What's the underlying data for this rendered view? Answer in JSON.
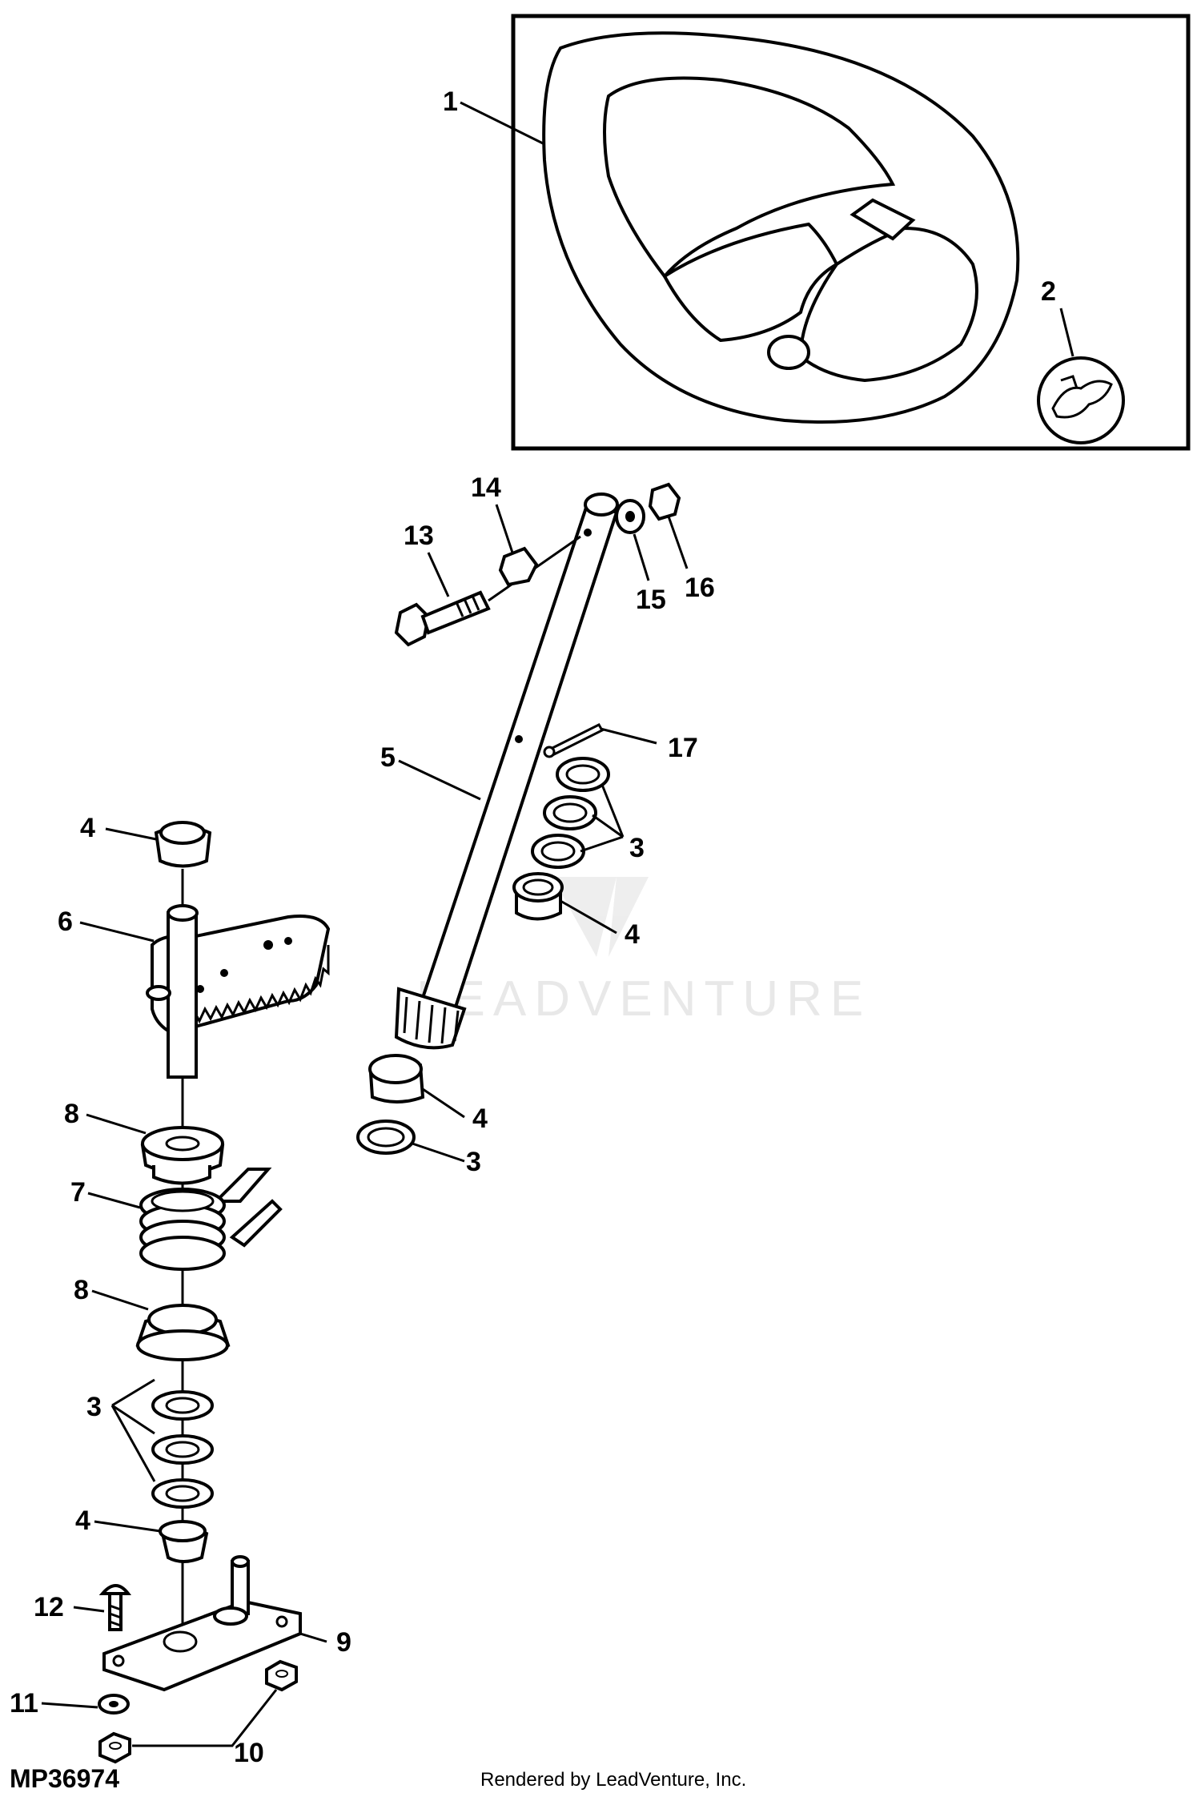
{
  "diagram": {
    "figure_code": "MP36974",
    "footer": "Rendered by LeadVenture, Inc.",
    "watermark": "LEADVENTURE",
    "callouts": [
      {
        "id": "c1",
        "text": "1"
      },
      {
        "id": "c2",
        "text": "2"
      },
      {
        "id": "c13",
        "text": "13"
      },
      {
        "id": "c14",
        "text": "14"
      },
      {
        "id": "c15",
        "text": "15"
      },
      {
        "id": "c16",
        "text": "16"
      },
      {
        "id": "c17",
        "text": "17"
      },
      {
        "id": "c5",
        "text": "5"
      },
      {
        "id": "c3a",
        "text": "3"
      },
      {
        "id": "c4a",
        "text": "4"
      },
      {
        "id": "c4b",
        "text": "4"
      },
      {
        "id": "c3b",
        "text": "3"
      },
      {
        "id": "c4c",
        "text": "4"
      },
      {
        "id": "c6",
        "text": "6"
      },
      {
        "id": "c8a",
        "text": "8"
      },
      {
        "id": "c7",
        "text": "7"
      },
      {
        "id": "c8b",
        "text": "8"
      },
      {
        "id": "c3c",
        "text": "3"
      },
      {
        "id": "c4d",
        "text": "4"
      },
      {
        "id": "c12",
        "text": "12"
      },
      {
        "id": "c9",
        "text": "9"
      },
      {
        "id": "c11",
        "text": "11"
      },
      {
        "id": "c10",
        "text": "10"
      }
    ]
  }
}
